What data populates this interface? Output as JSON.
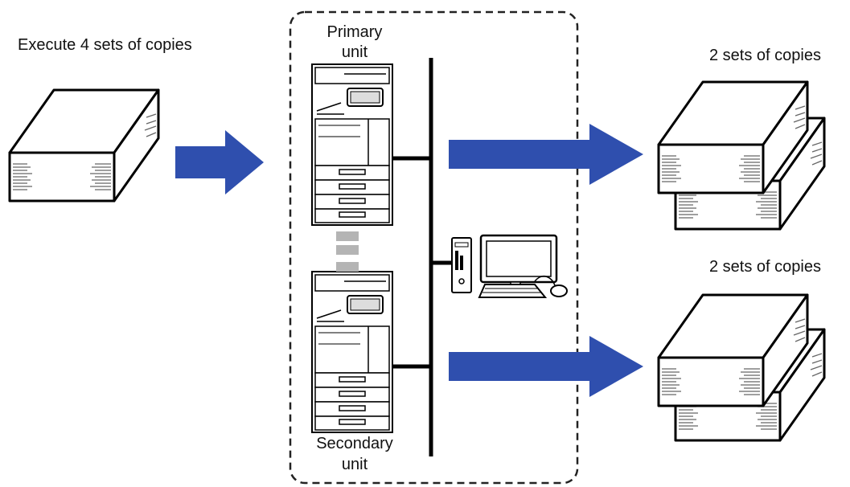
{
  "labels": {
    "input": "Execute 4 sets of copies",
    "primary_line1": "Primary",
    "primary_line2": "unit",
    "secondary_line1": "Secondary",
    "secondary_line2": "unit",
    "output_top": "2 sets of copies",
    "output_bottom": "2 sets of copies"
  },
  "colors": {
    "arrow": "#2f4fae",
    "line": "#000000",
    "connector_dash": "#b4b4b4"
  },
  "icons": {
    "input_stack": "paper-stack-icon",
    "printer": "multifunction-printer-icon",
    "computer": "desktop-computer-icon",
    "output_stack": "double-paper-stack-icon"
  }
}
